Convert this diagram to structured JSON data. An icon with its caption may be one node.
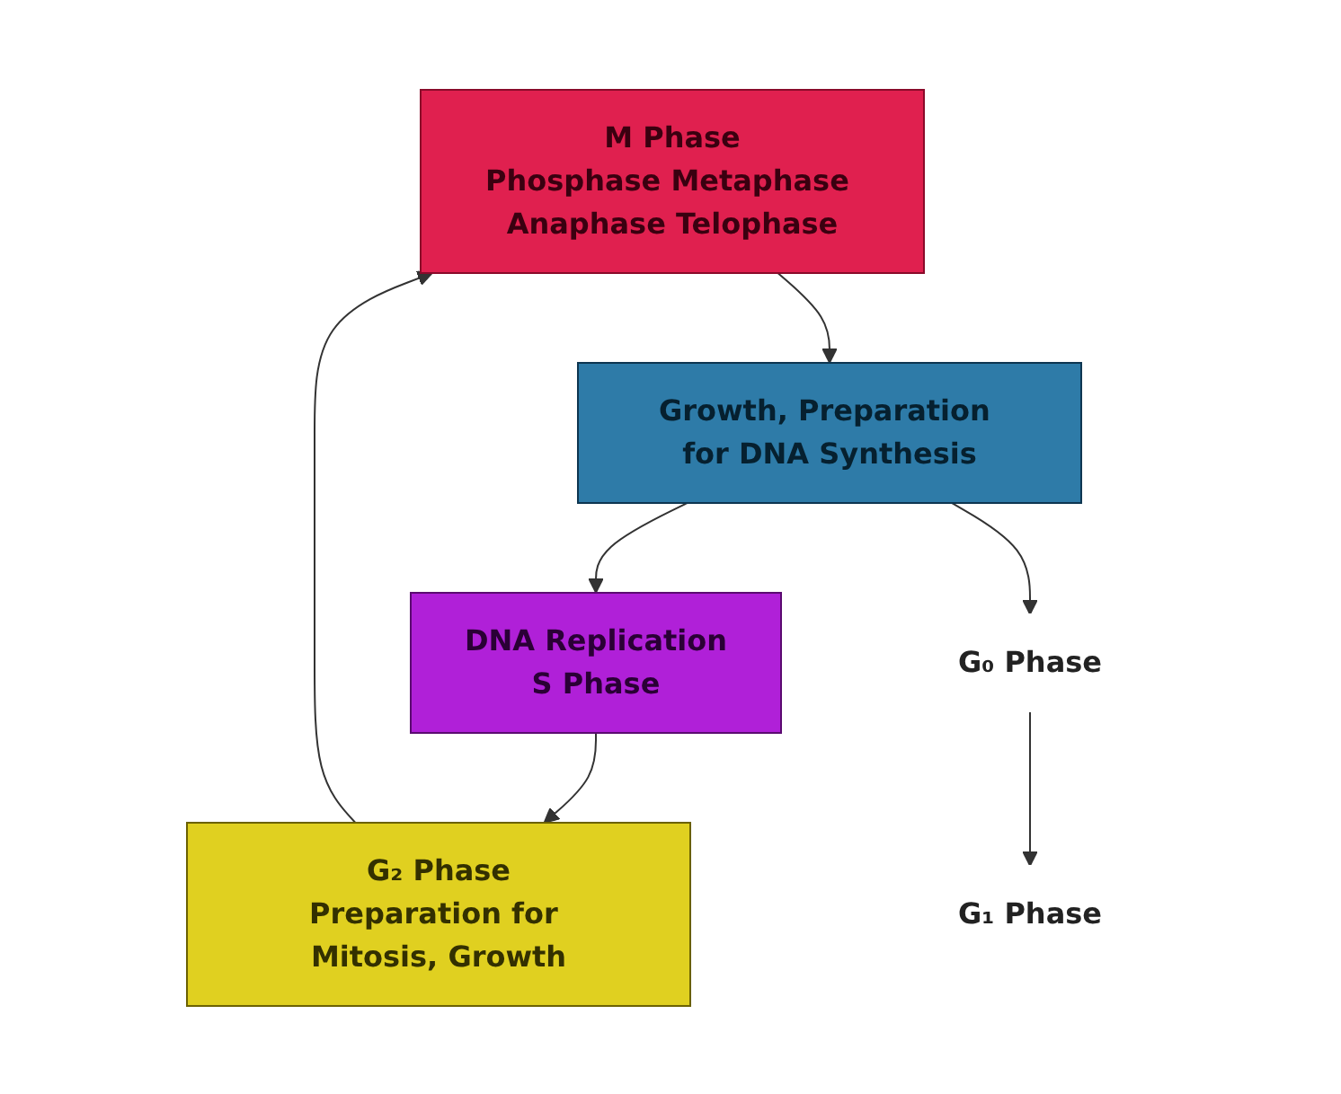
{
  "diagram": {
    "nodes": [
      {
        "text": [
          "M Phase",
          "Phosphase Metaphase Anaphase Telophase"
        ]
      },
      {
        "text": [
          "Growth, Preparation for DNA Synthesis"
        ]
      },
      {
        "text": [
          "DNA Replication",
          "S Phase"
        ]
      },
      {
        "text": [
          "G₂ Phase",
          "Preparation for Mitosis, Growth"
        ]
      },
      {
        "text": [
          "G₀ Phase"
        ]
      },
      {
        "text": [
          "G₁ Phase"
        ]
      }
    ],
    "edges": [
      {
        "from": 0,
        "to": 1,
        "arrow": "to"
      },
      {
        "from": 1,
        "to": 2,
        "arrow": "to"
      },
      {
        "from": 2,
        "to": 3,
        "arrow": "to"
      },
      {
        "from": 3,
        "to": 0,
        "arrow": "to"
      },
      {
        "from": 1,
        "to": 4,
        "arrow": "to"
      },
      {
        "from": 4,
        "to": 5,
        "arrow": "to"
      }
    ]
  }
}
